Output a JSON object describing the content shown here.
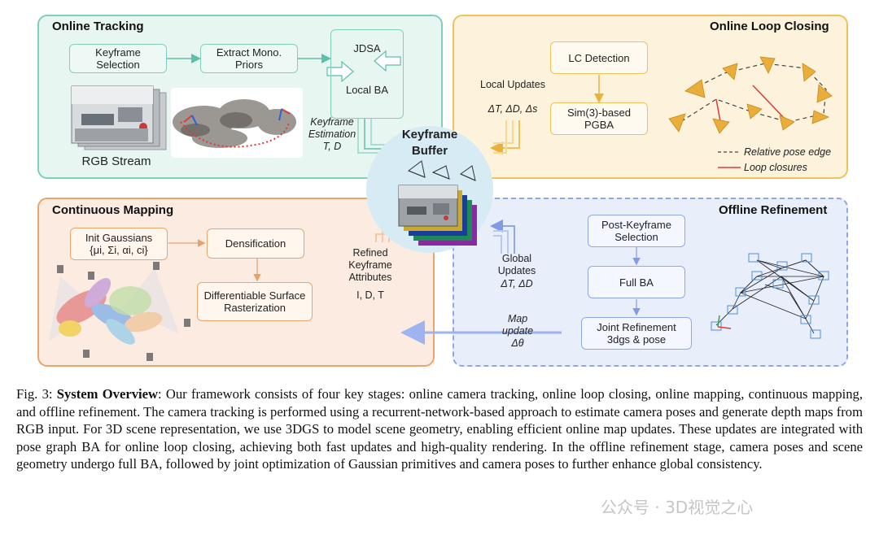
{
  "panels": {
    "tracking": {
      "title": "Online Tracking",
      "keyframe_selection": "Keyframe Selection",
      "extract_priors": "Extract Mono. Priors",
      "jdsa": "JDSA",
      "local_ba": "Local BA",
      "rgb_stream": "RGB Stream",
      "keyframe_estimation": "Keyframe Estimation",
      "td": "T, D"
    },
    "loop": {
      "title": "Online Loop Closing",
      "lc_detection": "LC Detection",
      "pgba": "Sim(3)-based PGBA",
      "legend_relative": "Relative pose edge",
      "legend_loop": "Loop closures",
      "local_updates": "Local Updates",
      "local_updates_vars": "ΔT, ΔD, Δs"
    },
    "mapping": {
      "title": "Continuous Mapping",
      "init_gaussians": "Init Gaussians",
      "init_params": "{μi, Σi, αi, ci}",
      "densification": "Densification",
      "rasterization": "Differentiable Surface Rasterization",
      "refined": "Refined Keyframe Attributes",
      "refined_vars": "I, D, T"
    },
    "offline": {
      "title": "Offline Refinement",
      "post_keyframe": "Post-Keyframe Selection",
      "full_ba": "Full BA",
      "joint_refinement": "Joint Refinement 3dgs & pose",
      "global_updates": "Global Updates",
      "global_updates_vars": "ΔT, ΔD",
      "map_update": "Map update",
      "map_update_var": "Δθ"
    }
  },
  "buffer": {
    "title_line1": "Keyframe",
    "title_line2": "Buffer"
  },
  "caption": {
    "prefix": "Fig. 3: ",
    "bold": "System Overview",
    "text": ": Our framework consists of four key stages: online camera tracking, online loop closing, online mapping, continuous mapping, and offline refinement. The camera tracking is performed using a recurrent-network-based approach to estimate camera poses and generate depth maps from RGB input. For 3D scene representation, we use 3DGS to model scene geometry, enabling efficient online map updates. These updates are integrated with pose graph BA for online loop closing, achieving both fast updates and high-quality rendering. In the offline refinement stage, camera poses and scene geometry undergo full BA, followed by joint optimization of Gaussian primitives and camera poses to further enhance global consistency."
  },
  "watermark": "公众号 · 3D视觉之心",
  "colors": {
    "teal": "#7fcfbd",
    "yellow": "#f0c35a",
    "orange": "#eba56b",
    "blue": "#8fa8e8",
    "buffer": "#d6ebf3",
    "loop_red": "#e03a3a"
  }
}
